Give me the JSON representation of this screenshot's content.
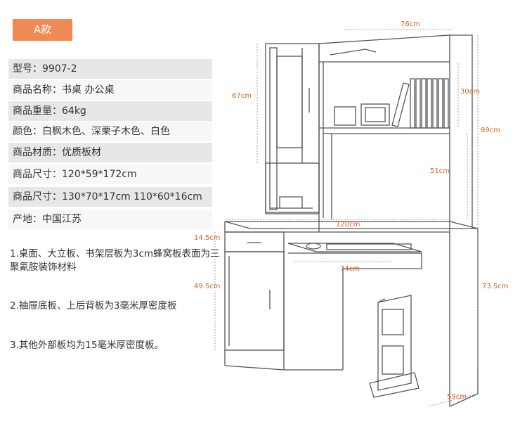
{
  "badge": "A款",
  "specs": [
    {
      "label": "型号：",
      "value": "9907-2"
    },
    {
      "label": "商品名称：",
      "value": "书桌 办公桌"
    },
    {
      "label": "商品重量：",
      "value": "64kg"
    },
    {
      "label": "颜色：",
      "value": "白枫木色、深栗子木色、白色"
    },
    {
      "label": "商品材质：",
      "value": "优质板材"
    },
    {
      "label": "商品尺寸：",
      "value": "120*59*172cm"
    },
    {
      "label": "商品尺寸：",
      "value": "130*70*17cm 110*60*16cm"
    },
    {
      "label": "产地：",
      "value": "中国江苏"
    }
  ],
  "notes": [
    "1.桌面、大立板、书架层板为3cm蜂窝板表面为三聚氰胺装饰材料",
    "2.抽屉底板、上后背板为3毫米厚密度板",
    "3.其他外部板均为15毫米厚密度板。"
  ],
  "dimensions": {
    "top_width": "76cm",
    "left_height_upper": "67cm",
    "shelf_height": "30cm",
    "upper_total": "99cm",
    "back_panel": "51cm",
    "desk_width": "120cm",
    "drawer_height": "14.5cm",
    "cabinet_height": "49.5cm",
    "keyboard_width": "74cm",
    "desk_height": "73.5cm",
    "depth": "59cm"
  },
  "colors": {
    "accent": "#f08a55",
    "dimension": "#d8621e"
  }
}
